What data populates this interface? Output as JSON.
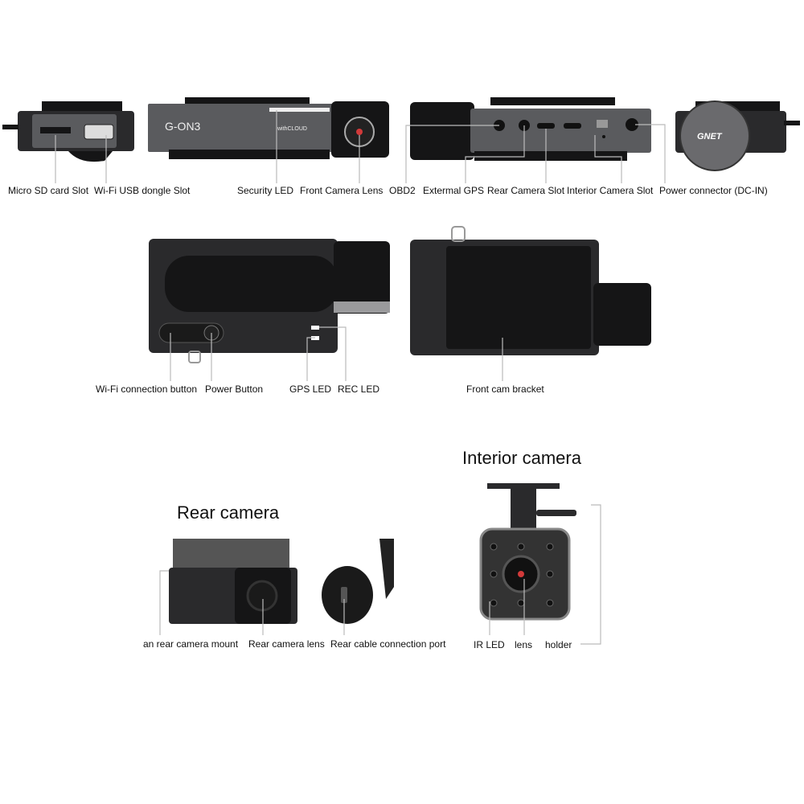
{
  "top_row": {
    "labels": [
      "Micro SD card Slot",
      "Wi-Fi USB dongle Slot",
      "Security LED",
      "Front Camera Lens",
      "OBD2",
      "Extermal GPS",
      "Rear Camera Slot",
      "Interior Camera Slot",
      "Power connector (DC-IN)"
    ],
    "brand_text": "G-ON3",
    "cloud_text": "withCLOUD",
    "logo_text": "GNET"
  },
  "middle_row": {
    "labels": [
      "Wi-Fi connection button",
      "Power Button",
      "GPS LED",
      "REC LED",
      "Front cam bracket"
    ]
  },
  "interior_camera": {
    "title": "Interior camera",
    "labels": [
      "IR LED",
      "lens",
      "holder"
    ]
  },
  "rear_camera": {
    "title": "Rear camera",
    "labels": [
      "an rear camera mount",
      "Rear camera lens",
      "Rear cable connection port"
    ]
  },
  "colors": {
    "device": "#2a2a2c",
    "metal": "#5a5b5e",
    "lens_red": "#d23a3a"
  }
}
